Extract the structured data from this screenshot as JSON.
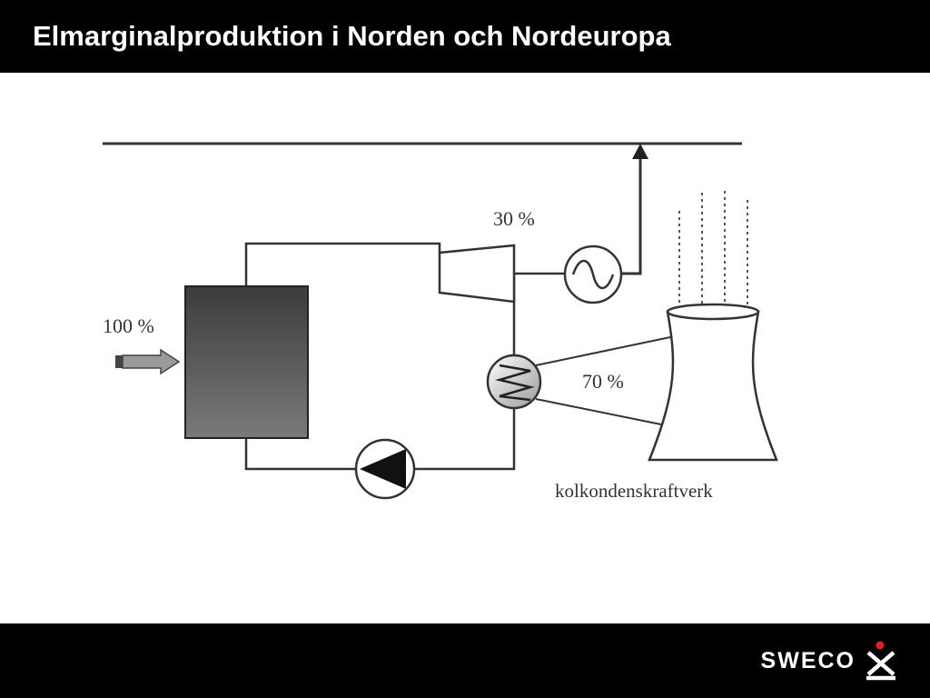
{
  "slide": {
    "title": "Elmarginalproduktion i Norden och Nordeuropa"
  },
  "diagram": {
    "input_label": "100 %",
    "generator_label": "30 %",
    "cooling_label": "70 %",
    "plant_label": "kolkondenskraftverk"
  },
  "footer": {
    "logo_text": "SWECO",
    "colors": {
      "background": "#000000",
      "logo_dot": "#e2231a"
    }
  }
}
